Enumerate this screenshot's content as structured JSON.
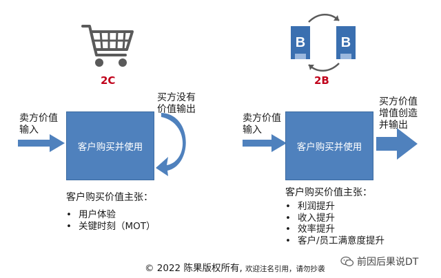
{
  "left": {
    "title": "2C",
    "seller_label": [
      "卖方价值",
      "输入"
    ],
    "buyer_label": [
      "买方没有",
      "价值输出"
    ],
    "box_label": "客户购买并使用",
    "claim_heading": "客户购买价值主张：",
    "claims": [
      "用户体验",
      "关键时刻（MOT）"
    ],
    "icon": "shopping-cart-icon"
  },
  "right": {
    "title": "2B",
    "seller_label": [
      "卖方价值",
      "输入"
    ],
    "buyer_label": [
      "买方价值",
      "增值创造",
      "并输出"
    ],
    "box_label": "客户购买并使用",
    "claim_heading": "客户购买价值主张：",
    "claims": [
      "利润提升",
      "收入提升",
      "效率提升",
      "客户/员工满意度提升"
    ],
    "icon": "buildings-exchange-icon"
  },
  "footer": {
    "copyright": "© 2022 陈果版权所有,",
    "note": "欢迎注名引用，请勿抄袭"
  },
  "watermark": "前因后果说DT",
  "colors": {
    "title": "#c0001a",
    "box": "#4f81bd",
    "arrow": "#4f81bd"
  }
}
